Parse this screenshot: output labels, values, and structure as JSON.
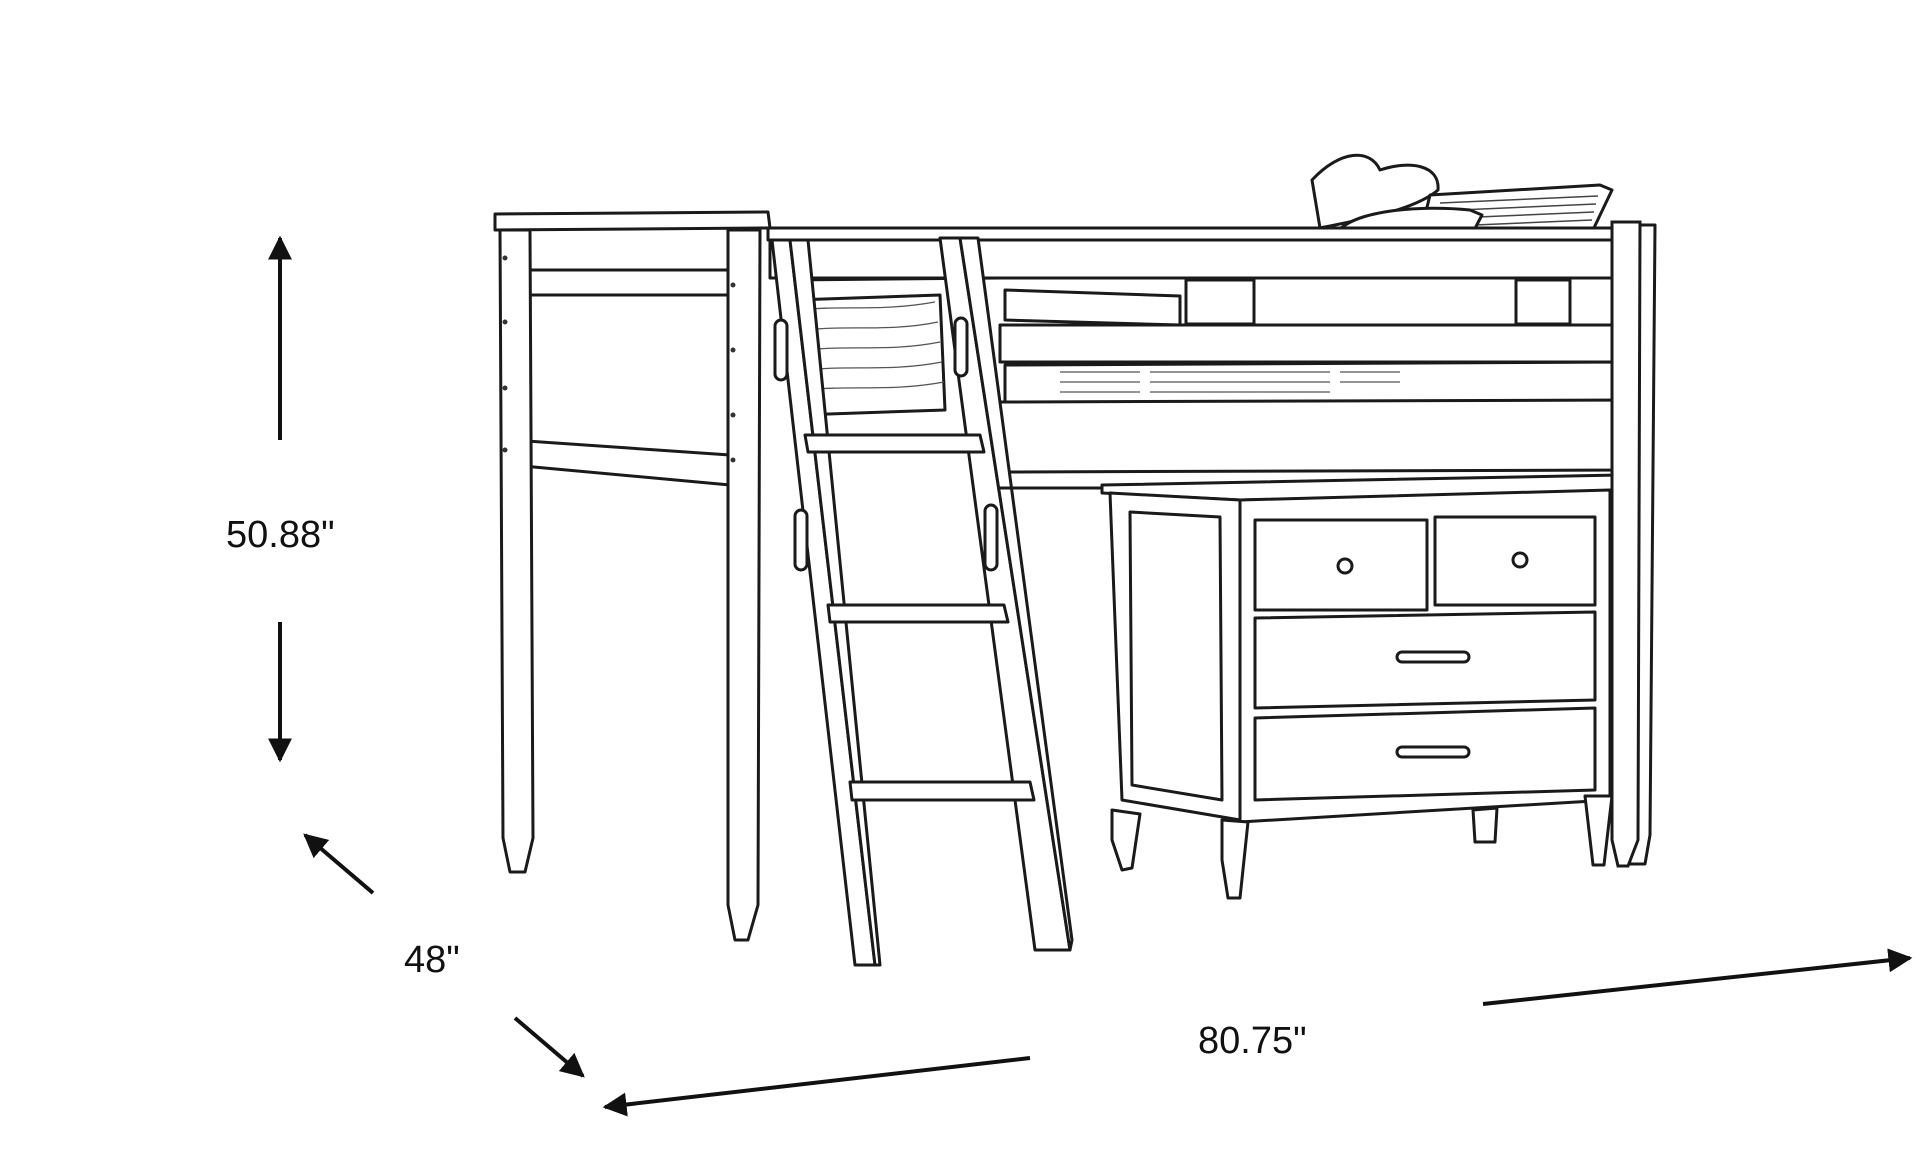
{
  "dimensions": {
    "height": "50.88\"",
    "depth": "48\"",
    "width": "80.75\""
  },
  "colors": {
    "line": "#1a1a1a",
    "background": "#ffffff",
    "fill": "#ffffff"
  }
}
